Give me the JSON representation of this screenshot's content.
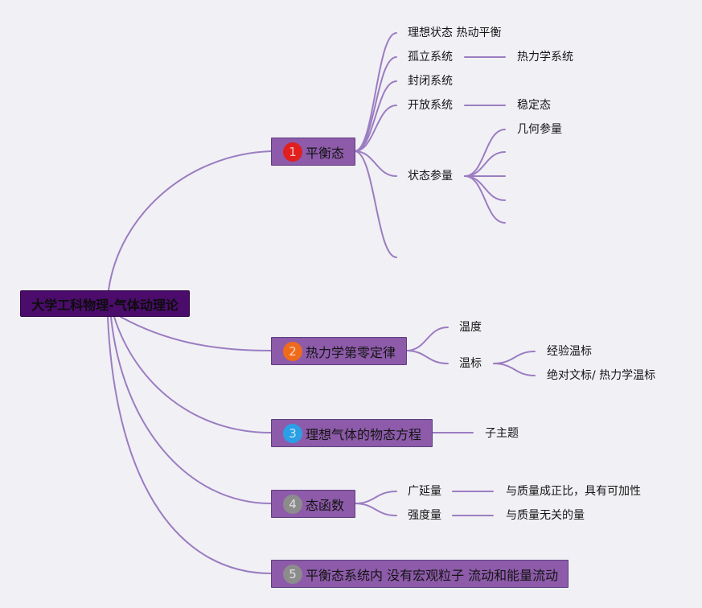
{
  "colors": {
    "background": "#f1f0f5",
    "root_fill": "#4b0c6b",
    "topic_fill": "#8d5ba9",
    "line": "#9b7dc1"
  },
  "root": {
    "label": "大学工科物理-气体动理论"
  },
  "branches": [
    {
      "number": "1",
      "icon": "priority-1-icon",
      "icon_color": "#e0201e",
      "label": "平衡态",
      "children": [
        {
          "label": "理想状态 热动平衡"
        },
        {
          "label": "孤立系统",
          "children": [
            {
              "label": "热力学系统"
            }
          ]
        },
        {
          "label": "封闭系统"
        },
        {
          "label": "开放系统",
          "children": [
            {
              "label": "稳定态"
            }
          ]
        },
        {
          "label": "状态参量",
          "children": [
            {
              "label": "几何参量"
            }
          ]
        }
      ]
    },
    {
      "number": "2",
      "icon": "priority-2-icon",
      "icon_color": "#ef6b1c",
      "label": "热力学第零定律",
      "children": [
        {
          "label": "温度"
        },
        {
          "label": "温标",
          "children": [
            {
              "label": "经验温标"
            },
            {
              "label": "绝对文标/ 热力学温标"
            }
          ]
        }
      ]
    },
    {
      "number": "3",
      "icon": "priority-3-icon",
      "icon_color": "#2a9fe6",
      "label": "理想气体的物态方程",
      "children": [
        {
          "label": "子主题"
        }
      ]
    },
    {
      "number": "4",
      "icon": "priority-4-icon",
      "icon_color": "#8c8c8c",
      "label": "态函数",
      "children": [
        {
          "label": "广延量",
          "children": [
            {
              "label": "与质量成正比，具有可加性"
            }
          ]
        },
        {
          "label": "强度量",
          "children": [
            {
              "label": "与质量无关的量"
            }
          ]
        }
      ]
    },
    {
      "number": "5",
      "icon": "priority-5-icon",
      "icon_color": "#8c8c8c",
      "label": "平衡态系统内 没有宏观粒子 流动和能量流动"
    }
  ]
}
